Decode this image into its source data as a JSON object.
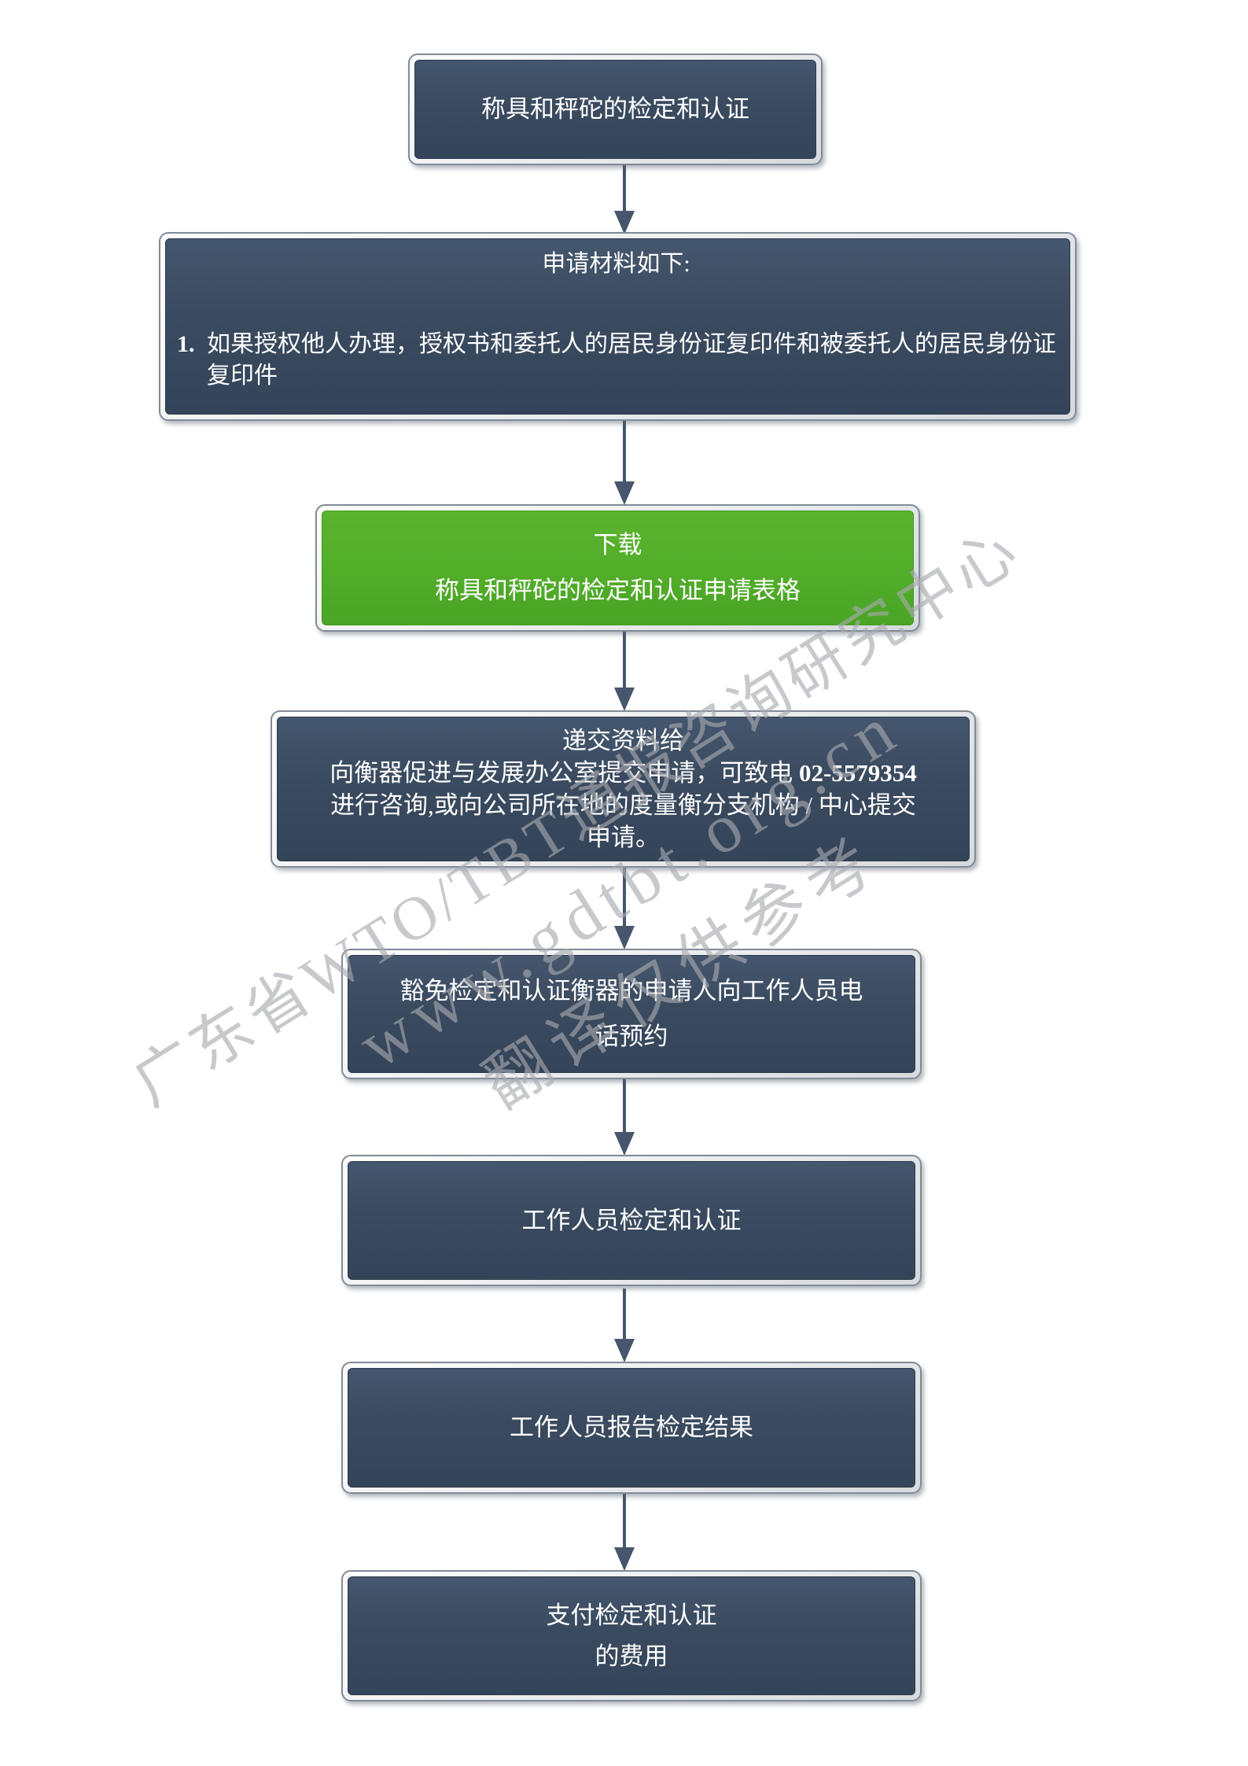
{
  "watermark": {
    "color": "#a8aaae",
    "line1": "广东省WTO/TBT通报咨询研究中心",
    "line2": "www.gdtbt.org.cn",
    "line3": "翻译仅供参考"
  },
  "flow": {
    "colors": {
      "node_fill_dark": "#3a4a5f",
      "node_fill_green": "#52ad2a",
      "frame_silver": "#e9ecee",
      "connector": "#47566d",
      "text": "#ffffff"
    },
    "nodes": [
      {
        "key": "process-title",
        "lines": [
          "称具和秤砣的检定和认证"
        ]
      },
      {
        "key": "materials",
        "title": "申请材料如下:",
        "item_marker": "1.",
        "item_text": "如果授权他人办理，授权书和委托人的居民身份证复印件和被委托人的居民身份证复印件"
      },
      {
        "key": "download-form",
        "lines": [
          "下载",
          "称具和秤砣的检定和认证申请表格"
        ]
      },
      {
        "key": "submit-materials",
        "line1": "递交资料给",
        "line2_prefix": "向衡器促进与发展办公室提交申请，可致电 ",
        "phone": "02-5579354",
        "line3": "进行咨询,或向公司所在地的度量衡分支机构 / 中心提交",
        "line4": "申请。"
      },
      {
        "key": "phone-appointment",
        "lines": [
          "豁免检定和认证衡器的申请人向工作人员电",
          "话预约"
        ]
      },
      {
        "key": "staff-verification",
        "lines": [
          "工作人员检定和认证"
        ]
      },
      {
        "key": "staff-report",
        "lines": [
          "工作人员报告检定结果"
        ]
      },
      {
        "key": "pay-fee",
        "lines": [
          "支付检定和认证",
          "的费用"
        ]
      }
    ]
  }
}
